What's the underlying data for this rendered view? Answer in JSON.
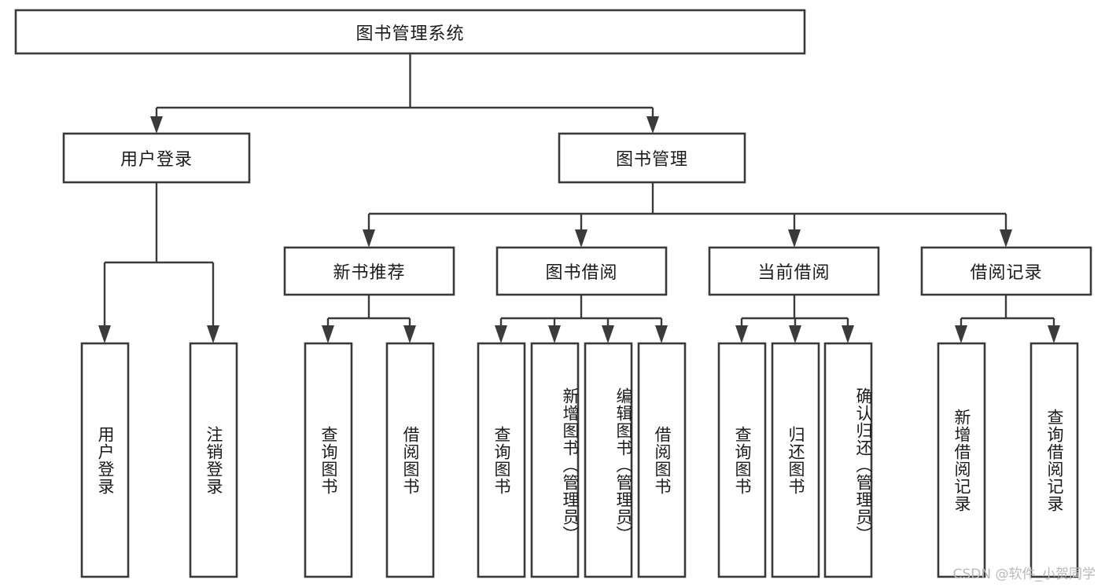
{
  "diagram": {
    "title": "图书管理系统",
    "type": "tree-hierarchy",
    "orientation": "top-down",
    "colors": {
      "box_stroke": "#3a3a3a",
      "box_fill": "#ffffff",
      "connector": "#3a3a3a",
      "text": "#1b1b1b",
      "background": "#ffffff",
      "watermark": "#b9b9b9"
    },
    "root": {
      "label": "图书管理系统"
    },
    "level2": [
      {
        "label": "用户登录"
      },
      {
        "label": "图书管理"
      }
    ],
    "level3": [
      {
        "label": "新书推荐"
      },
      {
        "label": "图书借阅"
      },
      {
        "label": "当前借阅"
      },
      {
        "label": "借阅记录"
      }
    ],
    "leaves": {
      "user_login": [
        {
          "label": "用户登录"
        },
        {
          "label": "注销登录"
        }
      ],
      "new_book_recommend": [
        {
          "label": "查询图书"
        },
        {
          "label": "借阅图书"
        }
      ],
      "book_borrow": [
        {
          "label": "查询图书"
        },
        {
          "label": "新增图书（管理员）"
        },
        {
          "label": "编辑图书（管理员）"
        },
        {
          "label": "借阅图书"
        }
      ],
      "current_borrow": [
        {
          "label": "查询图书"
        },
        {
          "label": "归还图书"
        },
        {
          "label": "确认归还（管理员）"
        }
      ],
      "borrow_records": [
        {
          "label": "新增借阅记录"
        },
        {
          "label": "查询借阅记录"
        }
      ]
    },
    "watermark": "CSDN @软件_小贺同学"
  }
}
